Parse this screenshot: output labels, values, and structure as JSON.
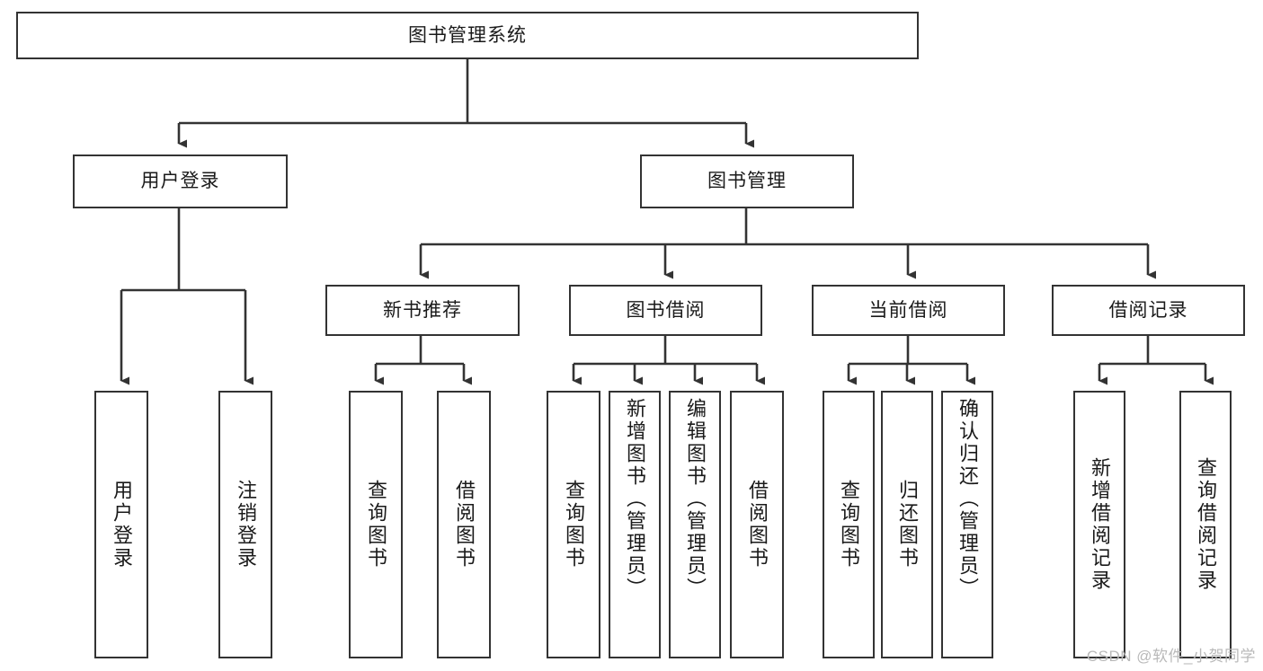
{
  "diagram": {
    "title": "图书管理系统",
    "type": "hierarchy-tree",
    "watermark": "CSDN @软件_小贺同学",
    "colors": {
      "node_border": "#333333",
      "node_fill": "#ffffff",
      "connector": "#333333",
      "text": "#1a1a1a",
      "watermark": "#b9b9b9"
    },
    "levels": {
      "root": {
        "label": "图书管理系统"
      },
      "level2": [
        {
          "id": "user-login",
          "label": "用户登录"
        },
        {
          "id": "book-management",
          "label": "图书管理"
        }
      ],
      "level3": [
        {
          "id": "new-book-recommend",
          "label": "新书推荐",
          "parent": "book-management"
        },
        {
          "id": "book-borrow",
          "label": "图书借阅",
          "parent": "book-management"
        },
        {
          "id": "current-borrow",
          "label": "当前借阅",
          "parent": "book-management"
        },
        {
          "id": "borrow-record",
          "label": "借阅记录",
          "parent": "book-management"
        }
      ],
      "leaves": [
        {
          "id": "leaf-user-login",
          "label": "用户登录",
          "parent": "user-login"
        },
        {
          "id": "leaf-logout-login",
          "label": "注销登录",
          "parent": "user-login"
        },
        {
          "id": "leaf-query-book-1",
          "label": "查询图书",
          "parent": "new-book-recommend"
        },
        {
          "id": "leaf-borrow-book-1",
          "label": "借阅图书",
          "parent": "new-book-recommend"
        },
        {
          "id": "leaf-query-book-2",
          "label": "查询图书",
          "parent": "book-borrow"
        },
        {
          "id": "leaf-add-book",
          "label": "新增图书（管理员）",
          "parent": "book-borrow"
        },
        {
          "id": "leaf-edit-book",
          "label": "编辑图书（管理员）",
          "parent": "book-borrow"
        },
        {
          "id": "leaf-borrow-book-2",
          "label": "借阅图书",
          "parent": "book-borrow"
        },
        {
          "id": "leaf-query-book-3",
          "label": "查询图书",
          "parent": "current-borrow"
        },
        {
          "id": "leaf-return-book",
          "label": "归还图书",
          "parent": "current-borrow"
        },
        {
          "id": "leaf-confirm-return",
          "label": "确认归还（管理员）",
          "parent": "current-borrow"
        },
        {
          "id": "leaf-add-record",
          "label": "新增借阅记录",
          "parent": "borrow-record"
        },
        {
          "id": "leaf-query-record",
          "label": "查询借阅记录",
          "parent": "borrow-record"
        }
      ]
    }
  }
}
